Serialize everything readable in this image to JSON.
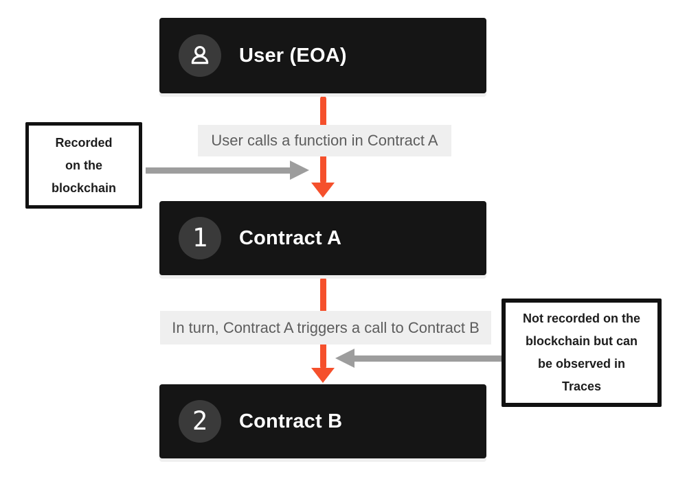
{
  "colors": {
    "background": "#ffffff",
    "node_bg": "#151515",
    "badge_bg": "#3a3a3a",
    "node_text": "#ffffff",
    "label_bg": "#efefef",
    "label_text": "#5d5d5d",
    "arrow_orange": "#f5502c",
    "arrow_gray": "#9d9d9d",
    "annotation_border": "#111111",
    "annotation_text": "#1c1c1c"
  },
  "nodes": [
    {
      "title": "User (EOA)",
      "icon": "person-icon"
    },
    {
      "title": "Contract A",
      "badge": "1"
    },
    {
      "title": "Contract B",
      "badge": "2"
    }
  ],
  "edge_labels": [
    {
      "text": "User calls a function in Contract A"
    },
    {
      "text": "In turn, Contract A triggers a call to Contract B"
    }
  ],
  "annotations": [
    {
      "side": "left",
      "text": "Recorded on the blockchain",
      "lines": [
        "Recorded",
        "on the",
        "blockchain"
      ]
    },
    {
      "side": "right",
      "text": "Not recorded on the blockchain but can be observed in Traces",
      "lines": [
        "Not recorded on the",
        "blockchain but can",
        "be observed in",
        "Traces"
      ]
    }
  ]
}
